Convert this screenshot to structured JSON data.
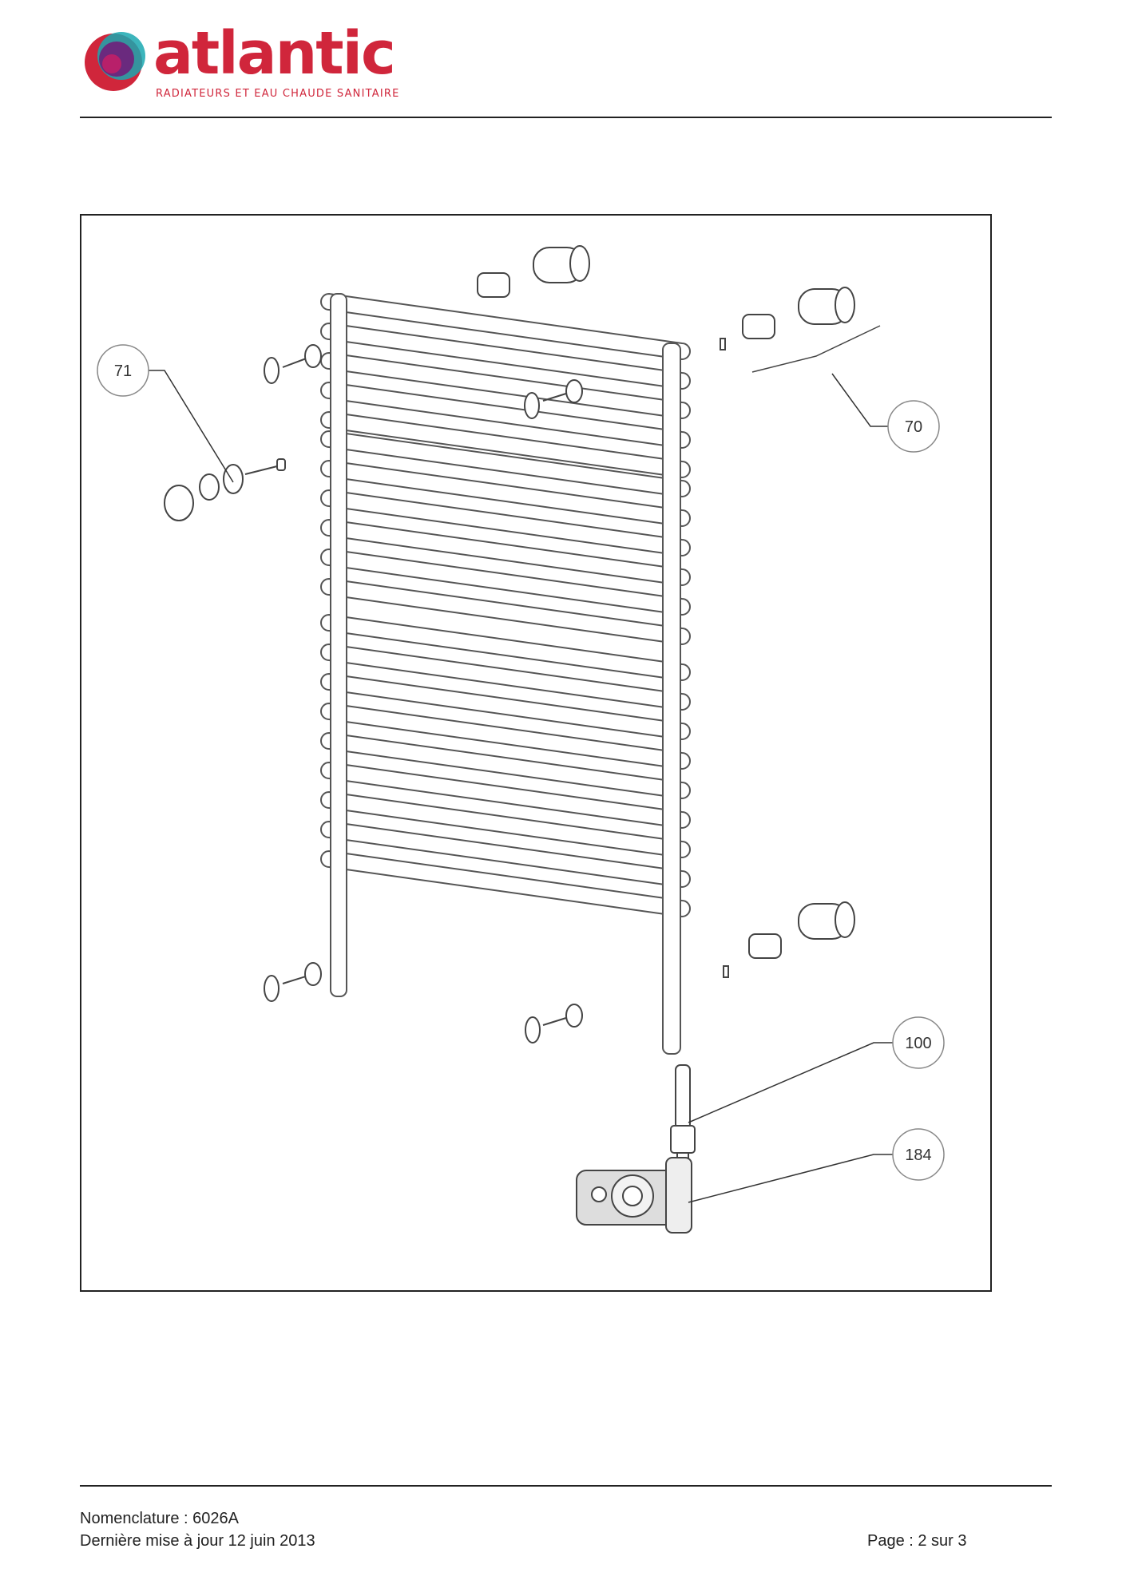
{
  "brand": {
    "name": "atlantic",
    "tagline": "RADIATEURS ET EAU CHAUDE SANITAIRE",
    "colors": {
      "primary": "#d0263b",
      "purple": "#6a2a7e",
      "teal": "#1aa8b0"
    }
  },
  "drawing": {
    "callouts": [
      {
        "label": "71"
      },
      {
        "label": "70"
      },
      {
        "label": "100"
      },
      {
        "label": "184"
      }
    ]
  },
  "footer": {
    "nomenclature": "Nomenclature : 6026A",
    "updated": "Dernière mise à jour 12 juin 2013",
    "page": "Page : 2 sur 3"
  }
}
